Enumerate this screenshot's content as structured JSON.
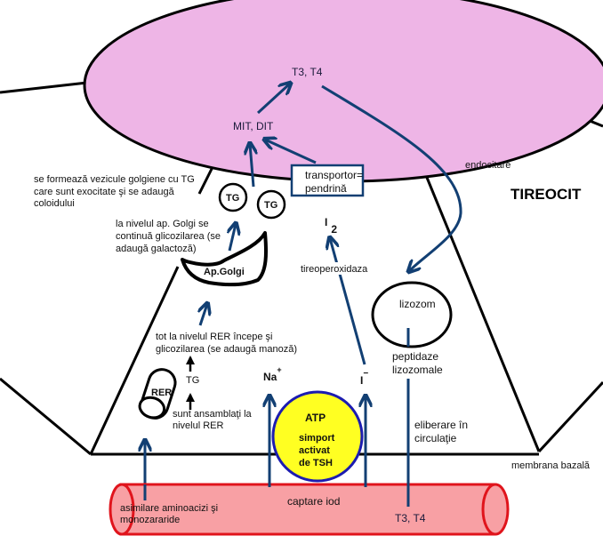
{
  "title": "TIREOCIT",
  "colors": {
    "colloid": "#eeb5e6",
    "arrow": "#123f73",
    "vessel_fill": "#f8a0a4",
    "vessel_stroke": "#e0141c",
    "atp_fill": "#ffff22",
    "atp_stroke": "#1c1cb0",
    "outline": "#000000"
  },
  "colloid": {
    "hormones": "T3, T4",
    "iodotyrosines": "MIT, DIT"
  },
  "transporter": {
    "line1": "transportor=",
    "line2": "pendrină"
  },
  "vesicles": {
    "tg1": "TG",
    "tg2": "TG"
  },
  "labels": {
    "golgi_vesicles": [
      "se formează vezicule golgiene cu TG",
      "care sunt exocitate şi se adaugă",
      "coloidului"
    ],
    "golgi_glyco": [
      "la nivelul ap. Golgi se",
      "continuă glicozilarea (se",
      "adaugă galactoză)"
    ],
    "golgi": "Ap.Golgi",
    "rer_glyco": [
      "tot la nivelul RER începe şi",
      "glicozilarea (se adaugă manoză)"
    ],
    "tg": "TG",
    "rer": "RER",
    "rer_assembly": [
      "sunt ansamblaţi la",
      "nivelul RER"
    ],
    "sodium": "Na",
    "sodium_charge": "+",
    "iodide": "I",
    "iodide_charge": "−",
    "iodine": "I",
    "iodine_sub": "2",
    "peroxidase": "tireoperoxidaza",
    "endocytosis": "endocitare",
    "lysosome": "lizozom",
    "peptidases": [
      "peptidaze",
      "lizozomale"
    ],
    "release": [
      "eliberare în",
      "circulaţie"
    ],
    "basal_membrane": "membrana bazală",
    "atp": "ATP",
    "symport": [
      "simport",
      "activat",
      "de TSH"
    ],
    "iodine_uptake": "captare iod",
    "blood_hormones": "T3, T4",
    "assimilation": [
      "asimilare aminoacizi şi",
      "monozararide"
    ]
  }
}
